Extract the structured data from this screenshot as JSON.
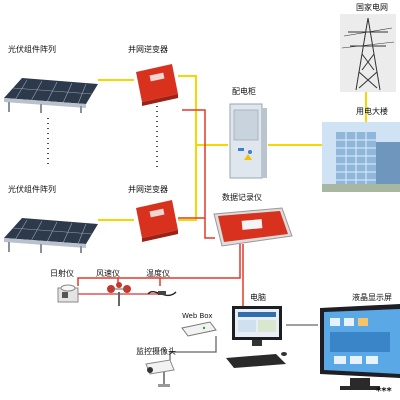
{
  "labels": {
    "pv_array_top": "光伏组件阵列",
    "inverter_top": "并网逆变器",
    "distribution_cabinet": "配电柜",
    "state_grid": "国家电网",
    "office_building": "用电大楼",
    "pv_array_bottom": "光伏组件阵列",
    "inverter_bottom": "并网逆变器",
    "data_logger": "数据记录仪",
    "irradiance_meter": "日射仪",
    "anemometer": "风速仪",
    "thermometer": "温度仪",
    "web_box": "Web Box",
    "computer": "电脑",
    "lcd_display": "液晶显示屏",
    "surveillance_camera": "监控摄像头",
    "watermark": "***"
  },
  "colors": {
    "power_line": "#f5d800",
    "data_line": "#e23a2a",
    "inverter_red": "#d8321f",
    "panel_blue": "#2c3a4c",
    "cabinet": "#dfe6ee"
  }
}
